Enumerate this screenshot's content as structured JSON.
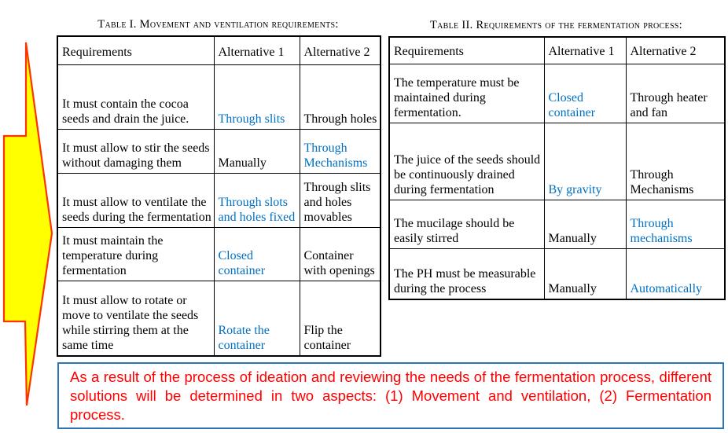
{
  "colors": {
    "highlight_blue": "#0070C0",
    "note_text_red": "#FF0000",
    "note_border_blue": "#2E75B6",
    "arrow_fill_yellow": "#FFFF00",
    "arrow_stroke_red": "#FF3300",
    "table_border_black": "#000000"
  },
  "table1": {
    "title": "Table I. Movement and ventilation requirements:",
    "headers": [
      "Requirements",
      "Alternative 1",
      "Alternative 2"
    ],
    "rows": [
      {
        "requirement": "It must contain the cocoa seeds and drain the juice.",
        "alternative1": "Through slits",
        "alternative2": "Through holes",
        "highlighted": "alternative1"
      },
      {
        "requirement": "It must allow to stir the seeds without damaging them",
        "alternative1": "Manually",
        "alternative2": "Through Mechanisms",
        "highlighted": "alternative2"
      },
      {
        "requirement": "It must allow to ventilate the seeds during the fermentation",
        "alternative1": "Through slots and holes fixed",
        "alternative2": "Through slits and holes movables",
        "highlighted": "alternative1"
      },
      {
        "requirement": "It must maintain the temperature during fermentation",
        "alternative1": "Closed container",
        "alternative2": "Container with openings",
        "highlighted": "alternative1"
      },
      {
        "requirement": "It must allow to rotate or move to ventilate the seeds while stirring them at the same time",
        "alternative1": "Rotate the container",
        "alternative2": "Flip the container",
        "highlighted": "alternative1"
      }
    ]
  },
  "table2": {
    "title": "Table II. Requirements of the fermentation process:",
    "headers": [
      "Requirements",
      "Alternative 1",
      "Alternative 2"
    ],
    "rows": [
      {
        "requirement": "The temperature must be maintained during fermentation.",
        "alternative1": "Closed container",
        "alternative2": "Through heater and fan",
        "highlighted": "alternative1"
      },
      {
        "requirement": "The juice of the seeds should be continuously drained during fermentation",
        "alternative1": "By gravity",
        "alternative2": "Through Mechanisms",
        "highlighted": "alternative1"
      },
      {
        "requirement": "The mucilage should be easily stirred",
        "alternative1": "Manually",
        "alternative2": "Through mechanisms",
        "highlighted": "alternative2"
      },
      {
        "requirement": "The PH must be measurable during the process",
        "alternative1": "Manually",
        "alternative2": "Automatically",
        "highlighted": "alternative2"
      }
    ]
  },
  "note": {
    "text": "As a result of the process of ideation and reviewing the needs of the fermentation process, different solutions will be determined in two aspects: (1) Movement and ventilation, (2) Fermentation process."
  }
}
